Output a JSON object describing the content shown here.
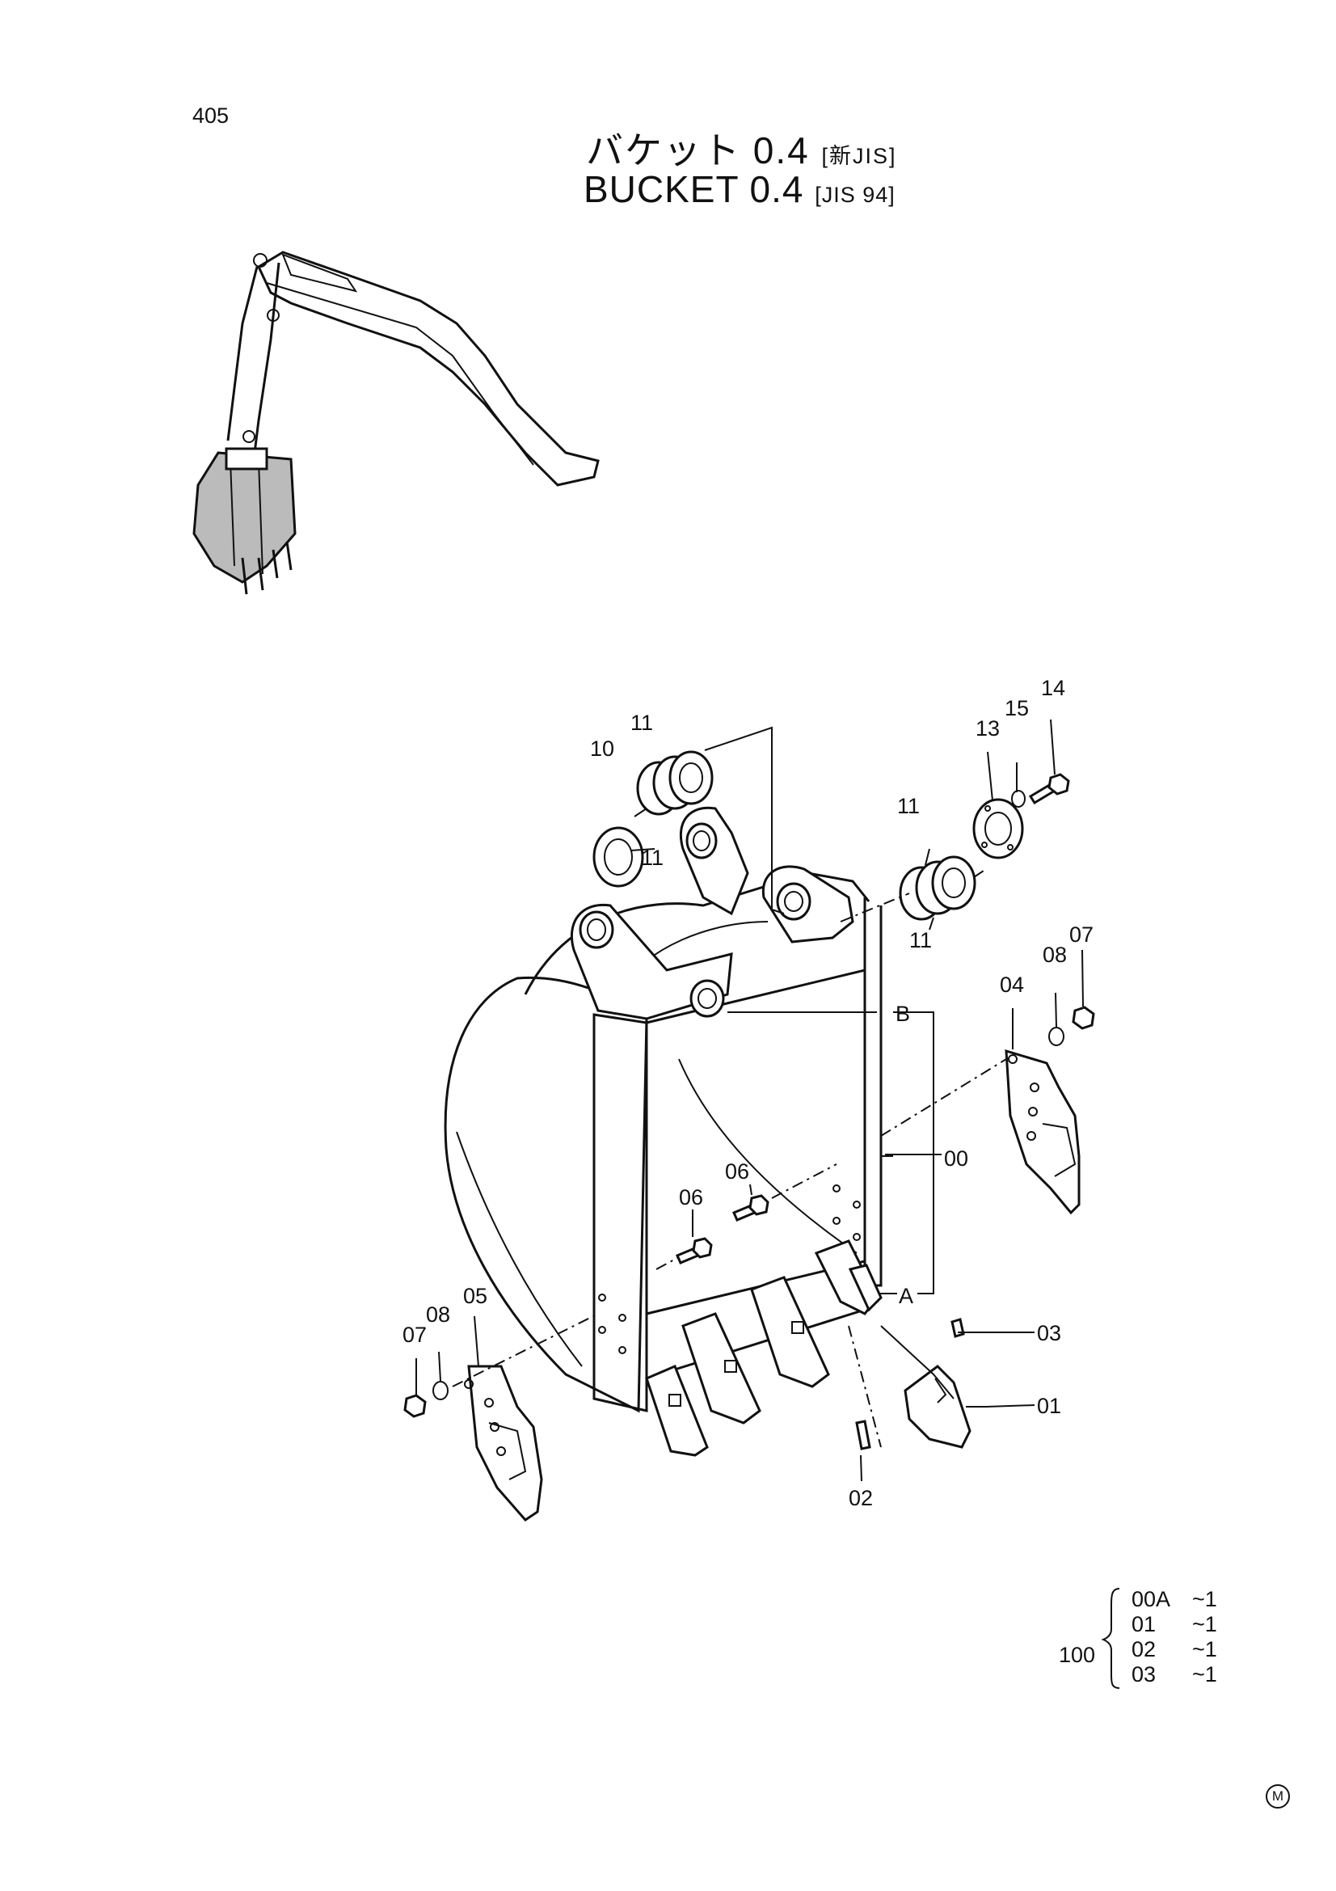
{
  "page_number": "405",
  "title_jp": "バケット 0.4",
  "title_jp_tag": "[新JIS]",
  "title_en": "BUCKET  0.4",
  "title_en_tag": "[JIS 94]",
  "callouts": [
    "00",
    "01",
    "02",
    "03",
    "04",
    "05",
    "06",
    "06",
    "07",
    "07",
    "08",
    "08",
    "10",
    "11",
    "11",
    "11",
    "11",
    "13",
    "14",
    "15",
    "A",
    "B"
  ],
  "kit": {
    "number": "100",
    "items": [
      {
        "code": "00A",
        "qty": "~1"
      },
      {
        "code": "01",
        "qty": "~1"
      },
      {
        "code": "02",
        "qty": "~1"
      },
      {
        "code": "03",
        "qty": "~1"
      }
    ]
  },
  "mark": "M"
}
